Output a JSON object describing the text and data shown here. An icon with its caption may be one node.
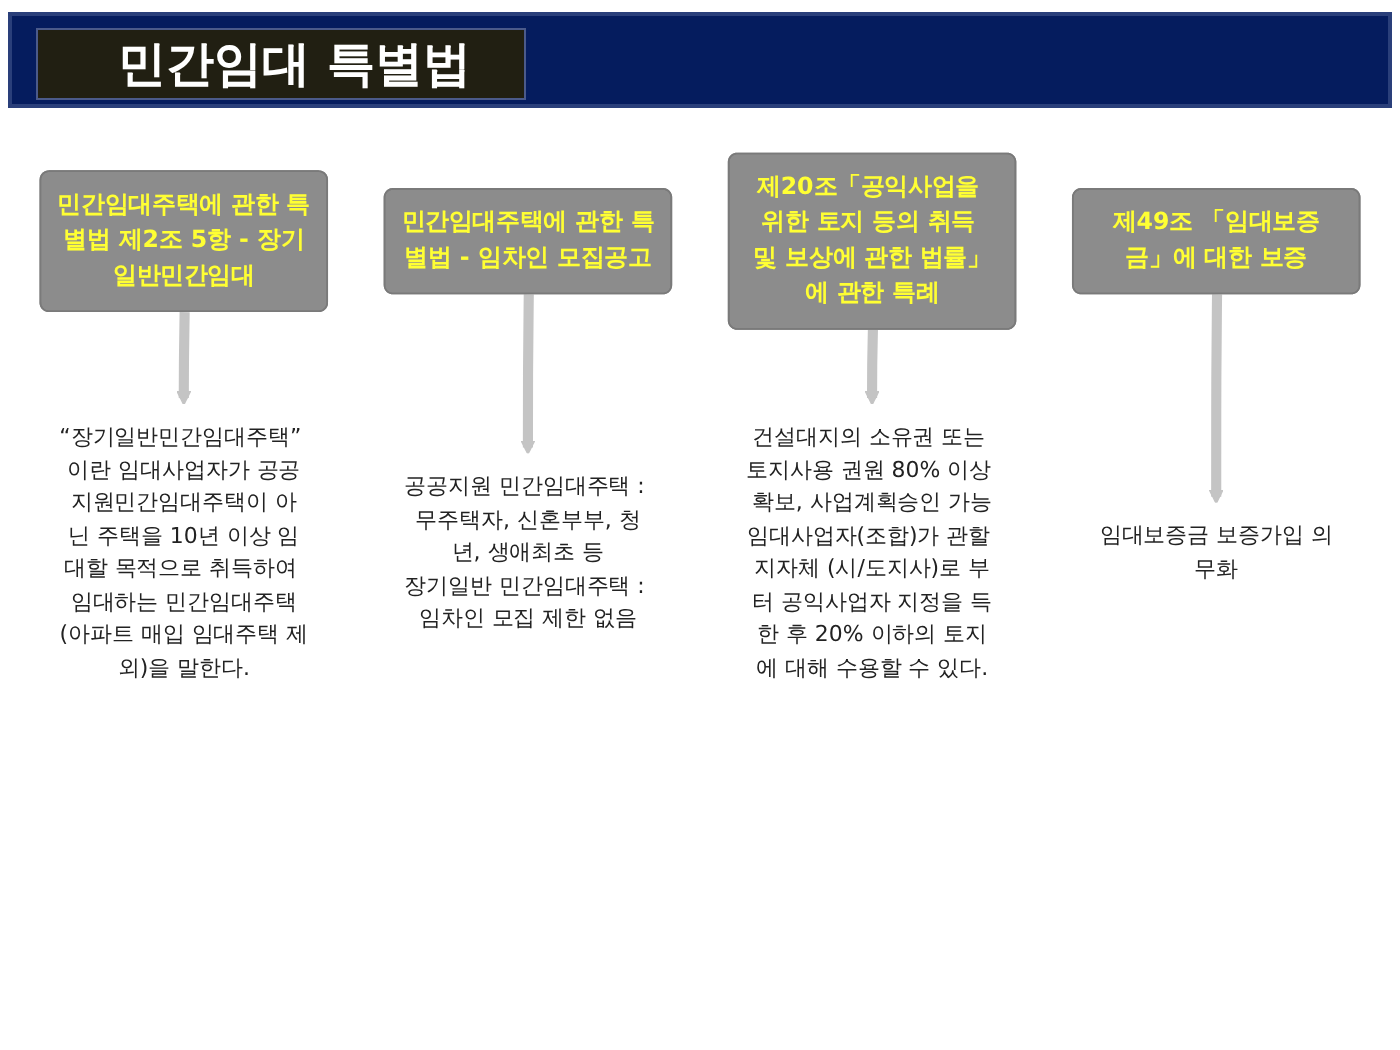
{
  "diagram": {
    "title": "민간임대 특별법",
    "nodes": [
      {
        "text": [
          "민간임대주택에 관한 특별법 제2조 5항 - 장기일반민간임대"
        ]
      },
      {
        "text": [
          "민간임대주택에 관한 특별법 - 임차인 모집공고"
        ]
      },
      {
        "text": [
          "제20조「공익사업을 위한 토지 등의 취득 및 보상에 관한 법률」에 관한 특례"
        ]
      },
      {
        "text": [
          "제49조 「임대보증금」에 대한 보증"
        ]
      },
      {
        "text": [
          "“장기일반민간임대주택” 이란 임대사업자가 공공지원민간임대주택이 아닌 주택을 10년 이상 임대할 목적으로 취득하여 임대하는 민간임대주택(아파트 매입 임대주택 제외)을 말한다."
        ]
      },
      {
        "text": [
          "공공지원 민간임대주택 : 무주택자, 신혼부부, 청년, 생애최초 등",
          "장기일반 민간임대주택 : 임차인 모집 제한 없음"
        ]
      },
      {
        "text": [
          "건설대지의 소유권 또는 토지사용 권원 80% 이상 확보, 사업계획승인 가능",
          "임대사업자(조합)가 관할 지자체 (시/도지사)로 부터 공익사업자 지정을 득한 후 20% 이하의 토지에 대해 수용할 수 있다."
        ]
      },
      {
        "text": [
          "임대보증금 보증가입 의무화"
        ]
      }
    ],
    "edges": [
      {
        "from": 0,
        "to": 4,
        "arrow": "to"
      },
      {
        "from": 1,
        "to": 5,
        "arrow": "to"
      },
      {
        "from": 2,
        "to": 6,
        "arrow": "to"
      },
      {
        "from": 3,
        "to": 7,
        "arrow": "to"
      }
    ]
  }
}
